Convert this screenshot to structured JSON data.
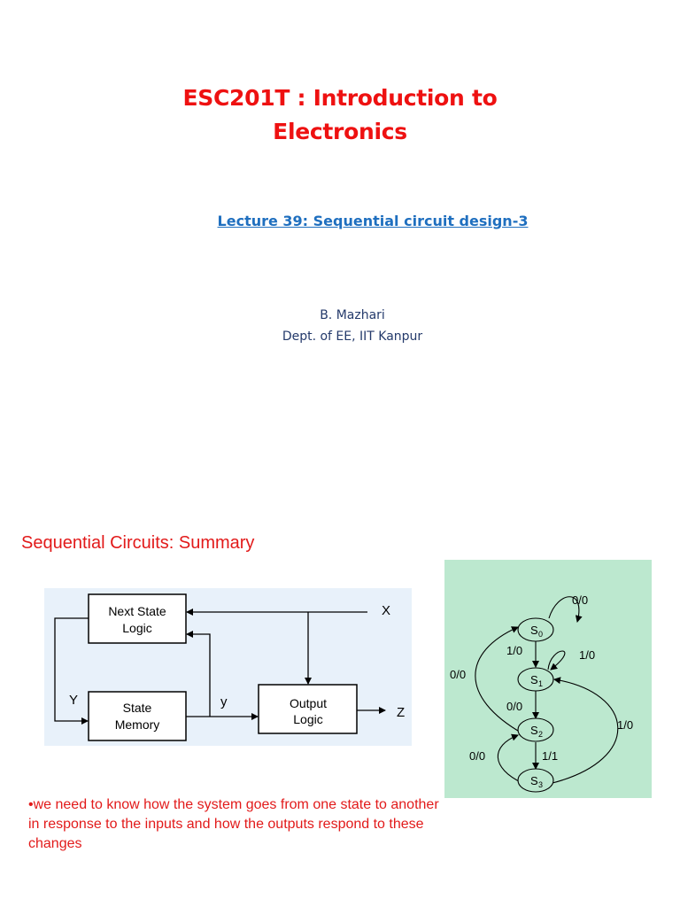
{
  "title": {
    "line1": "ESC201T :  Introduction to",
    "line2": "Electronics"
  },
  "lecture": "Lecture  39:  Sequential circuit design-3",
  "author": {
    "name": "B. Mazhari",
    "dept": "Dept. of EE, IIT Kanpur"
  },
  "section_title": "Sequential  Circuits: Summary",
  "block_diagram": {
    "next_state_line1": "Next State",
    "next_state_line2": "Logic",
    "state_memory_line1": "State",
    "state_memory_line2": "Memory",
    "output_line1": "Output",
    "output_line2": "Logic",
    "label_x": "X",
    "label_Y": "Y",
    "label_y": "y",
    "label_z": "Z",
    "bg_color": "#e8f1fa"
  },
  "state_diagram": {
    "bg_color": "#bce8cf",
    "states": {
      "s0": "S",
      "s0_sub": "0",
      "s1": "S",
      "s1_sub": "1",
      "s2": "S",
      "s2_sub": "2",
      "s3": "S",
      "s3_sub": "3"
    },
    "transitions": {
      "s0_self": "0/0",
      "s0_to_s1": "1/0",
      "s1_self": "1/0",
      "s2_to_s0": "0/0",
      "s1_to_s2": "0/0",
      "s3_to_s1": "1/0",
      "s3_to_s2": "0/0",
      "s2_to_s3": "1/1"
    }
  },
  "bullet": "•we need to know how the  system goes from one state to another in response to the inputs and how the outputs respond to these changes"
}
